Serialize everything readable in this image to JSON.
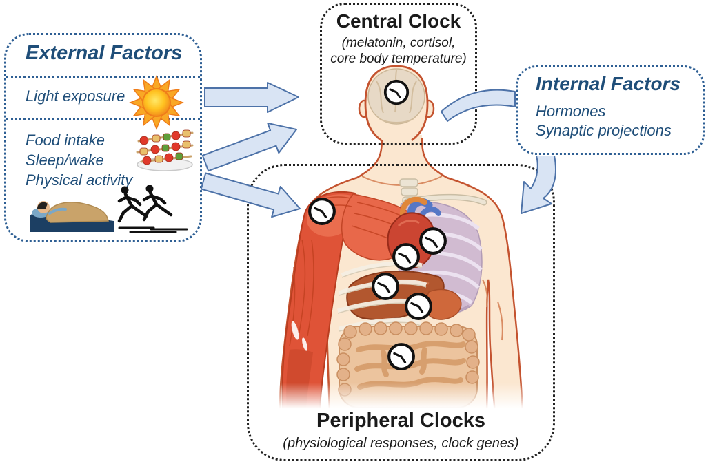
{
  "figure": {
    "external_factors": {
      "title": "External Factors",
      "sections": {
        "light": {
          "label": "Light exposure"
        },
        "behavior": {
          "lines": [
            "Food intake",
            "Sleep/wake",
            "Physical activity"
          ]
        }
      }
    },
    "central_clock": {
      "title": "Central Clock",
      "subtitle_line1": "(melatonin, cortisol,",
      "subtitle_line2": "core body temperature)"
    },
    "internal_factors": {
      "title": "Internal Factors",
      "items": [
        "Hormones",
        "Synaptic projections"
      ]
    },
    "peripheral_clocks": {
      "title": "Peripheral Clocks",
      "subtitle": "(physiological responses, clock genes)"
    },
    "icons": [
      "sun-icon",
      "food-skewers-icon",
      "sleeping-person-icon",
      "runners-icon",
      "clock-icon",
      "brain-icon",
      "body-anatomy-illustration"
    ],
    "clock_overlays": [
      "brain",
      "shoulder-muscle",
      "lung",
      "heart",
      "liver",
      "stomach",
      "intestine"
    ],
    "colors": {
      "blue_text": "#1f4e79",
      "blue_border": "#2e5f94",
      "black_border": "#222222",
      "arrow_fill": "#d9e4f4",
      "arrow_stroke": "#4d72a8",
      "skin": "#fbe7d0",
      "skin_outline": "#c4532f",
      "muscle": "#e25a3c",
      "lung_ribs": "#cdb7d0",
      "liver": "#b2572f",
      "intestine": "#ecc49e",
      "heart": "#cb4532"
    }
  }
}
